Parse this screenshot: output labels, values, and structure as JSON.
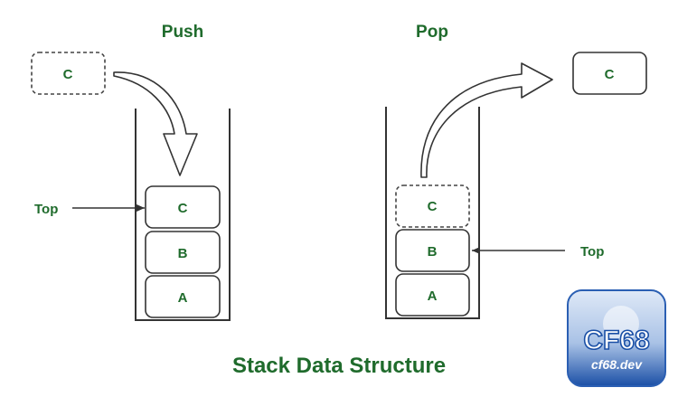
{
  "push": {
    "title": "Push",
    "incoming": "C",
    "items": [
      "C",
      "B",
      "A"
    ],
    "top_label": "Top"
  },
  "pop": {
    "title": "Pop",
    "outgoing": "C",
    "removed": "C",
    "items": [
      "B",
      "A"
    ],
    "top_label": "Top"
  },
  "caption": "Stack Data Structure",
  "watermark": {
    "brand": "CF68",
    "site": "cf68.dev"
  },
  "colors": {
    "label_green": "#1f6b2c",
    "outline": "#333333",
    "logo_blue": "#1a4fa6"
  }
}
